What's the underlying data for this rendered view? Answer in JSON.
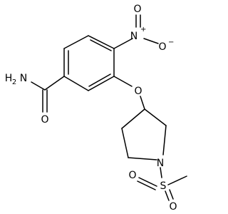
{
  "molecule": {
    "atoms": {
      "nitro_plus_N": "N",
      "nitro_plus_sign": "+",
      "nitro_top_O": "O",
      "nitro_minus_O": "O",
      "nitro_minus_sign": "−",
      "amide_N_H": "H",
      "amide_N_sub": "2",
      "amide_N": "N",
      "amide_O": "O",
      "ether_O": "O",
      "pyrrolidine_N": "N",
      "sulfonyl_S": "S",
      "sulfonyl_O_left": "O",
      "sulfonyl_O_right": "O"
    }
  },
  "colors": {
    "line": "#000000",
    "background": "#ffffff"
  }
}
